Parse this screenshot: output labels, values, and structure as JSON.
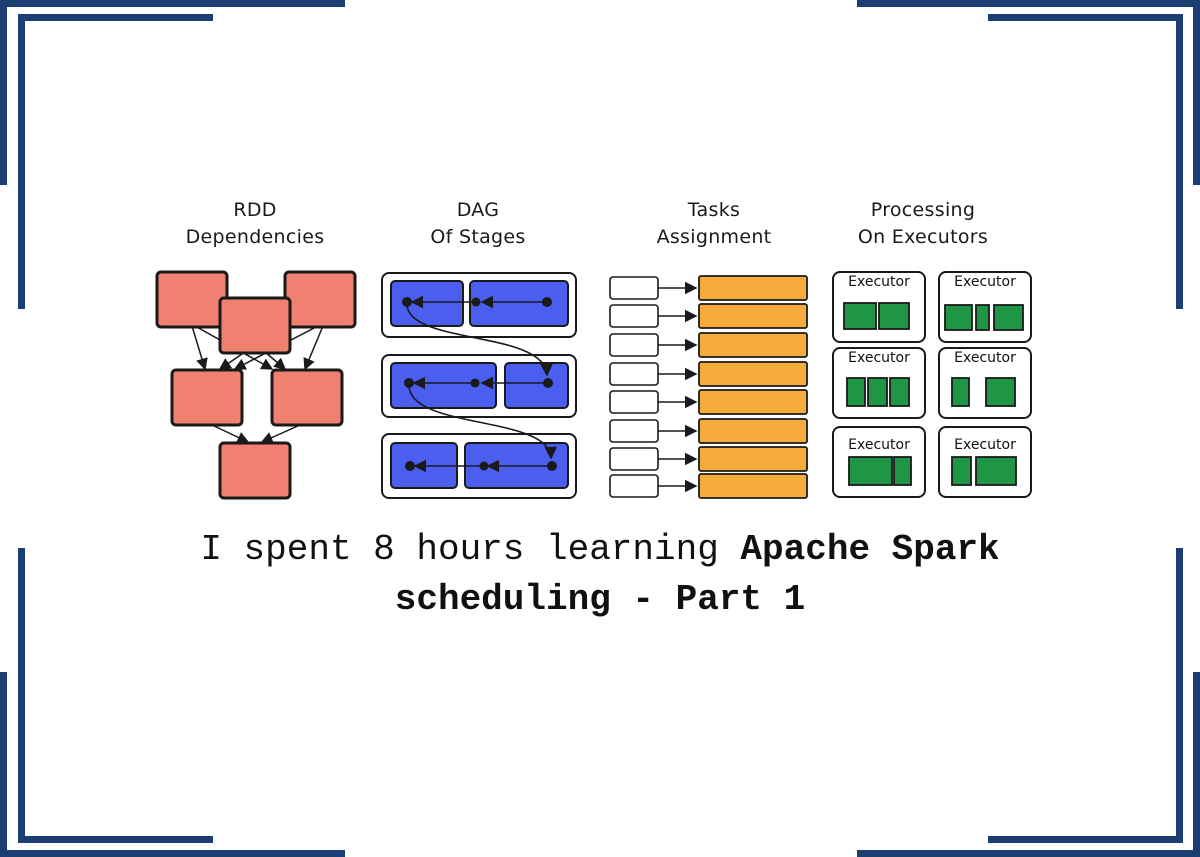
{
  "panels": [
    {
      "line1": "RDD",
      "line2": "Dependencies"
    },
    {
      "line1": "DAG",
      "line2": "Of Stages"
    },
    {
      "line1": "Tasks",
      "line2": "Assignment"
    },
    {
      "line1": "Processing",
      "line2": "On Executors"
    }
  ],
  "executors": [
    "Executor",
    "Executor",
    "Executor",
    "Executor",
    "Executor",
    "Executor"
  ],
  "headline": {
    "plain": "I spent 8 hours learning ",
    "bold_1": "Apache Spark",
    "bold_2": "scheduling - Part 1"
  },
  "colors": {
    "frame": "#1b3f73",
    "rdd": "#f08070",
    "stage": "#4a5ef0",
    "task": "#f5ac3c",
    "executor_task": "#1e9646",
    "outline": "#1a1a1a"
  }
}
